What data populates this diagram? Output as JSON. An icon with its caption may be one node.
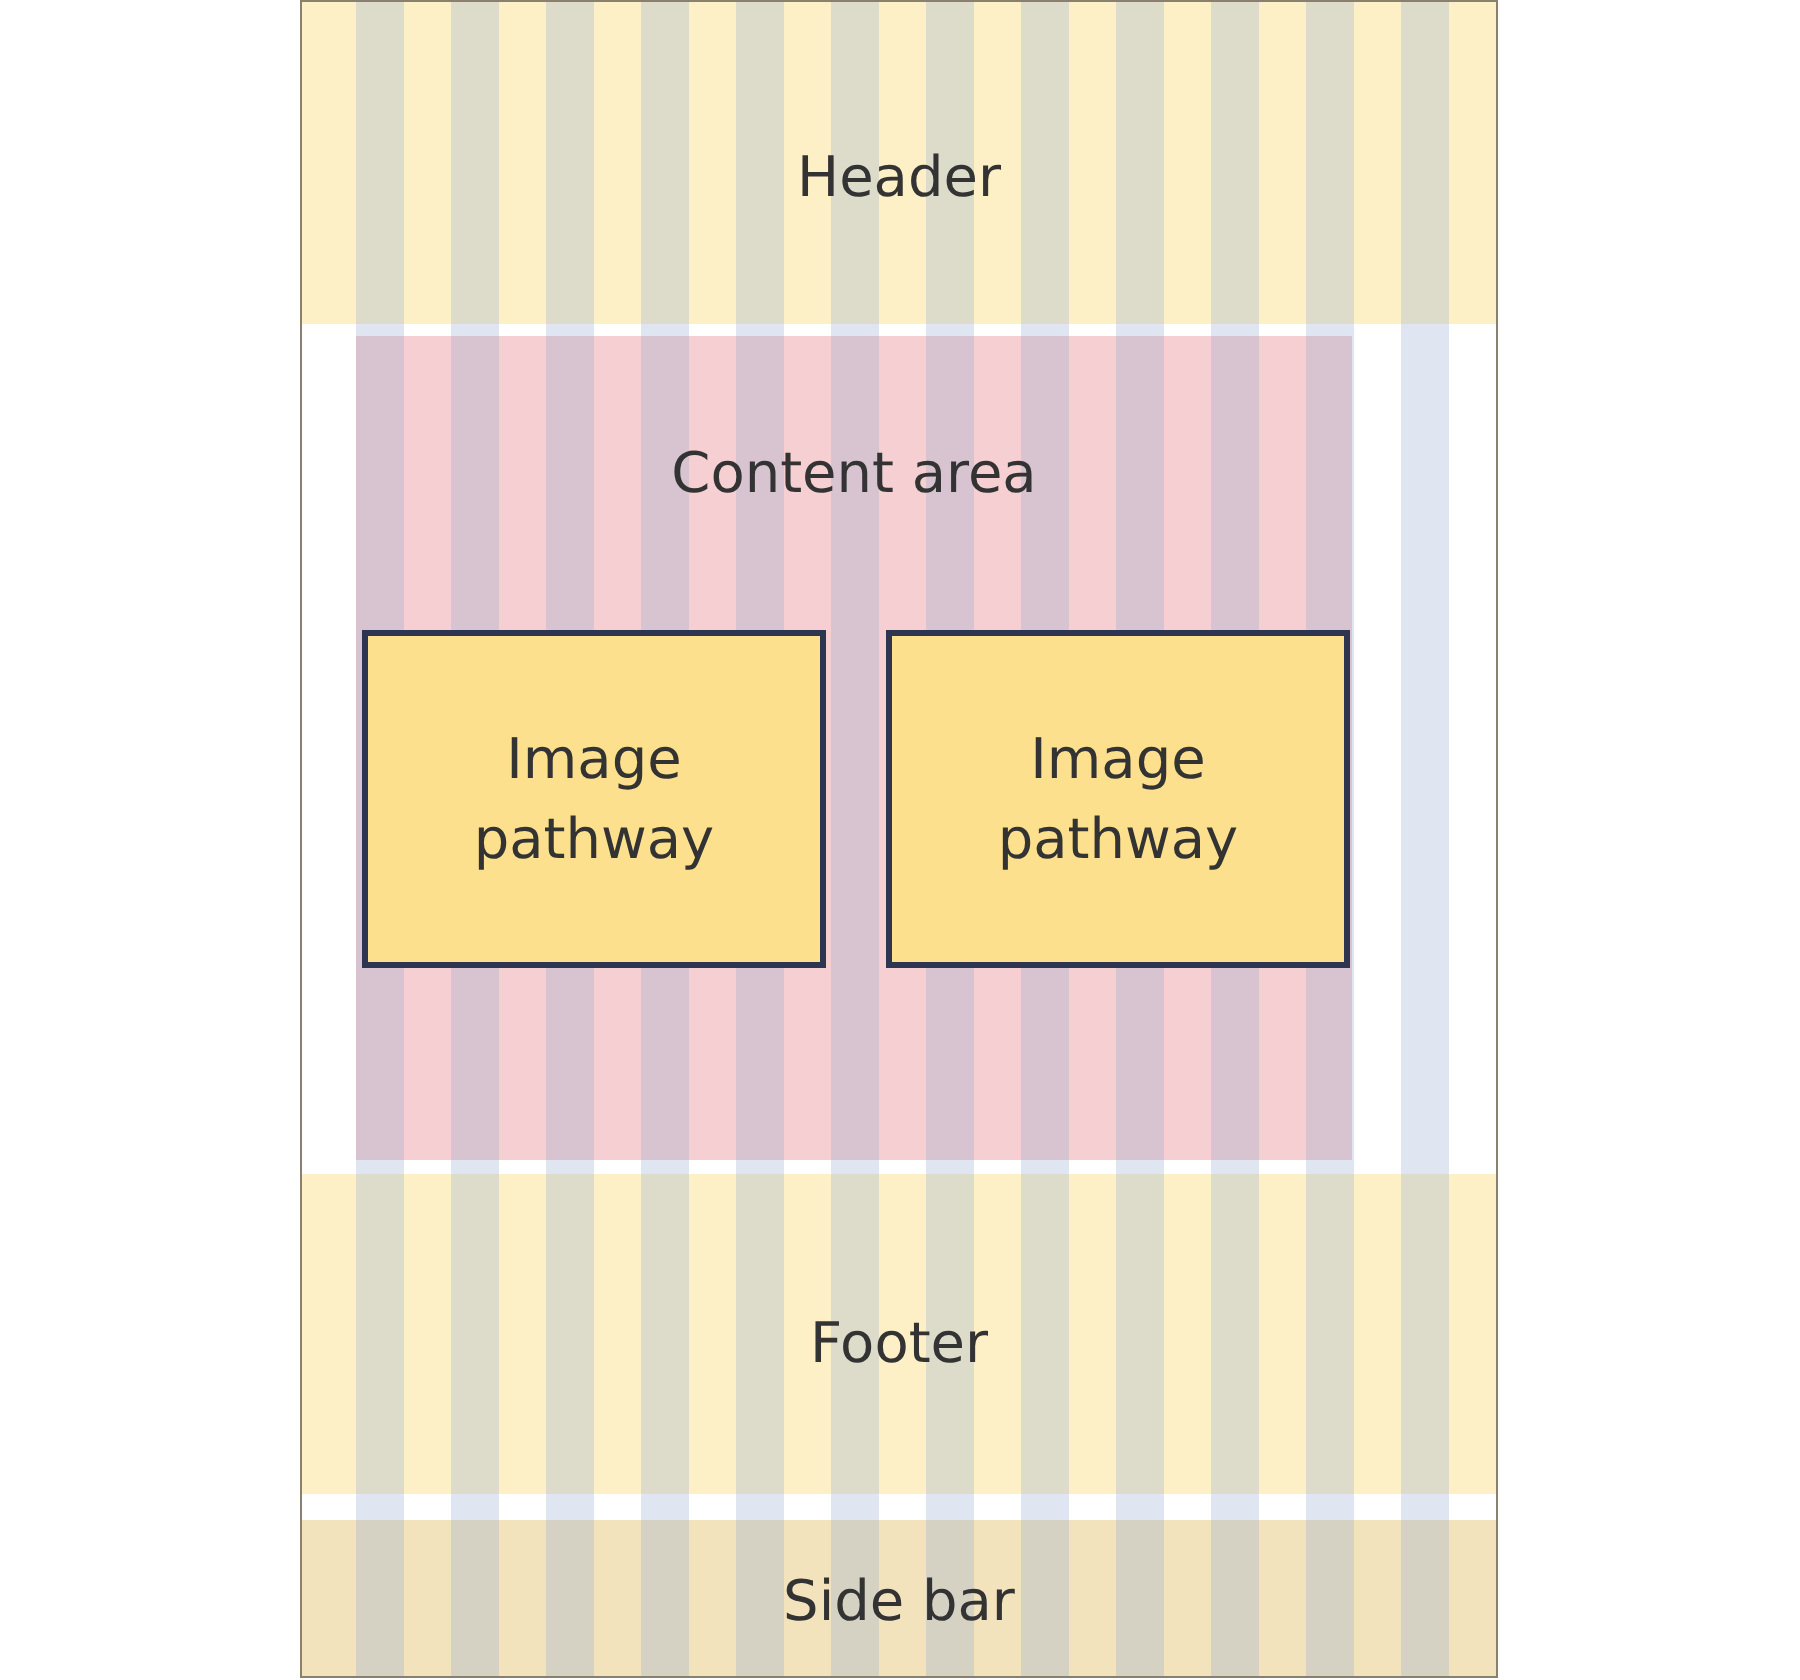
{
  "diagram": {
    "nodes": [
      {
        "text": [
          "Header"
        ]
      },
      {
        "text": [
          "Content area"
        ]
      },
      {
        "text": [
          "Image pathway"
        ],
        "in": 1
      },
      {
        "text": [
          "Image pathway"
        ],
        "in": 1
      },
      {
        "text": [
          "Footer"
        ]
      },
      {
        "text": [
          "Side bar"
        ]
      }
    ]
  }
}
